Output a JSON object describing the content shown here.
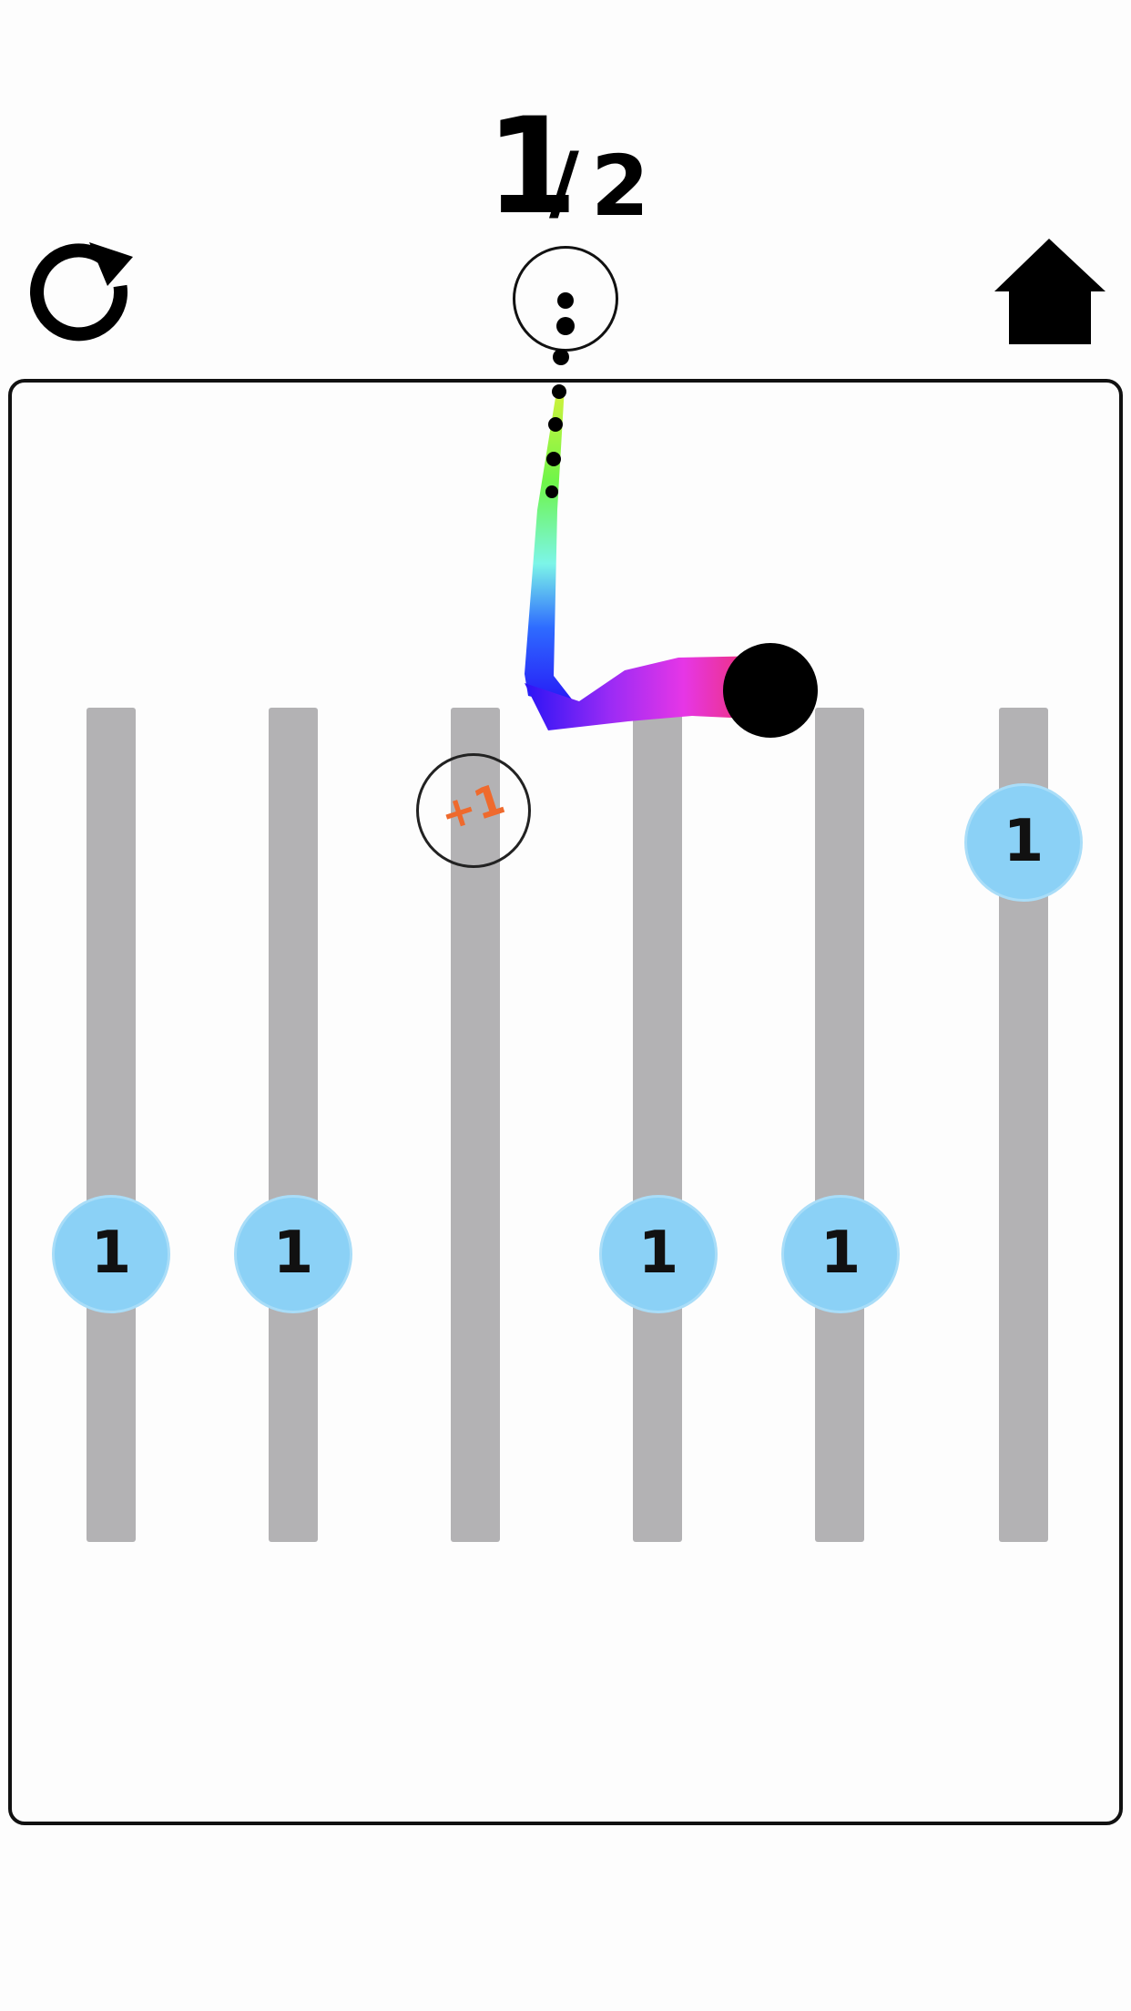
{
  "level": {
    "current": "1",
    "separator": "/",
    "total": "2"
  },
  "buttons": {
    "restart_icon": "restart-icon",
    "home_icon": "home-icon"
  },
  "bonus": {
    "label": "+1",
    "color": "#ef6a2d"
  },
  "pegs": [
    {
      "value": "1"
    },
    {
      "value": "1"
    },
    {
      "value": "1"
    },
    {
      "value": "1"
    },
    {
      "value": "1"
    }
  ],
  "colors": {
    "peg_fill": "#8bd1f6",
    "pole": "#b3b2b4",
    "ball": "#000000",
    "background": "#fdfdfd"
  }
}
